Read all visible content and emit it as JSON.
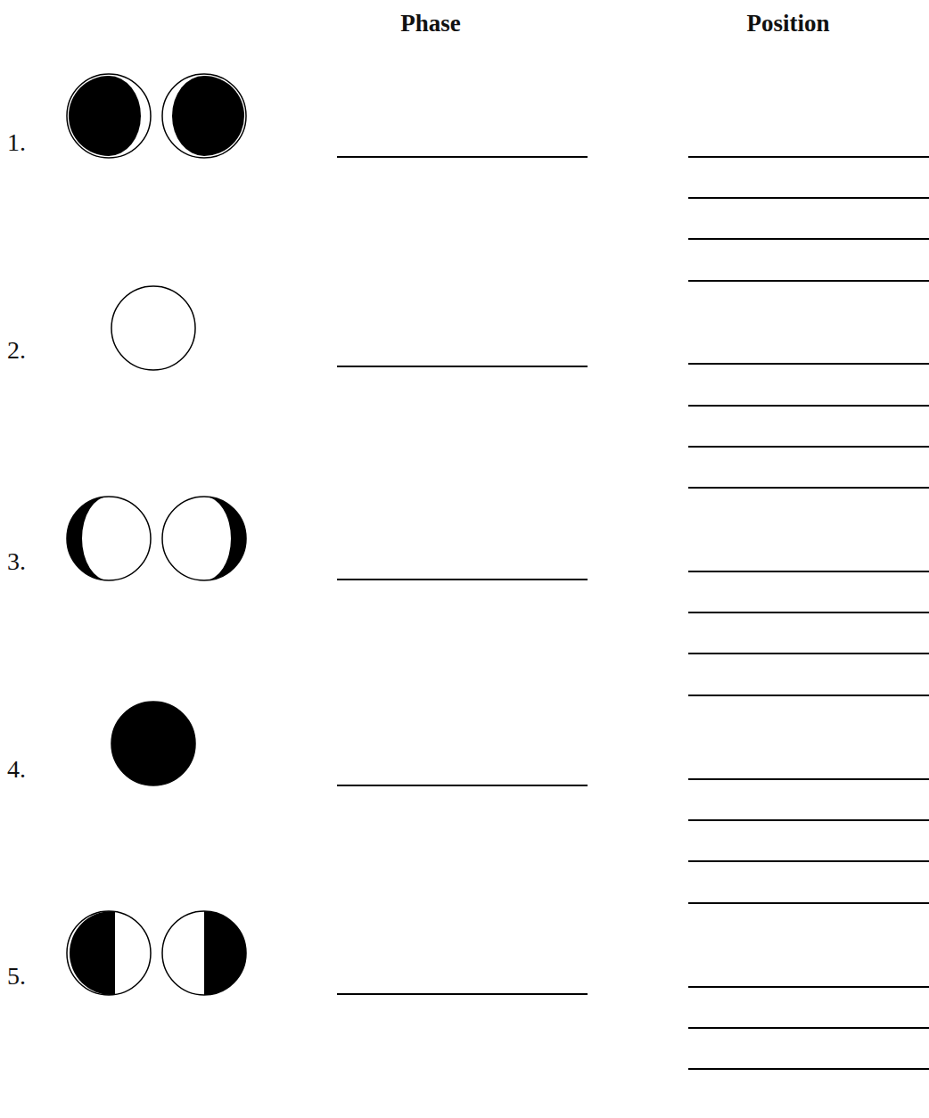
{
  "diagram": {
    "labels": [
      "Phase",
      "Position",
      "1.",
      "2.",
      "3.",
      "4.",
      "5."
    ]
  }
}
